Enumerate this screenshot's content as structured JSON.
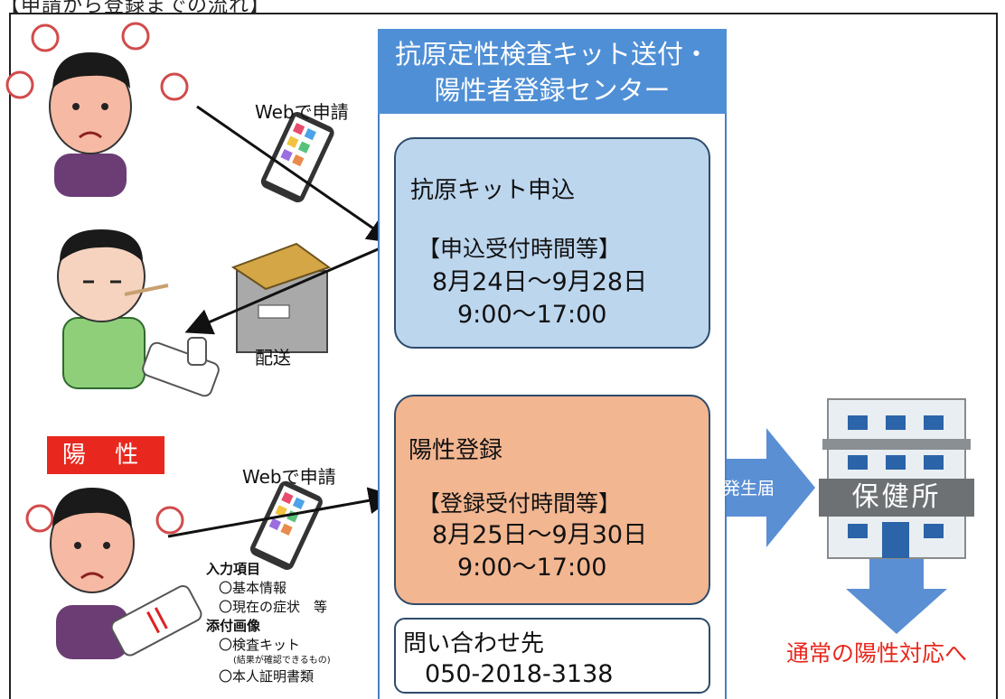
{
  "page": {
    "top_fragment": "【申請から登録までの流れ】"
  },
  "center": {
    "title_line1": "抗原定性検査キット送付・",
    "title_line2": "陽性者登録センター"
  },
  "application": {
    "title": "抗原キット申込",
    "hours_heading": "【申込受付時間等】",
    "dates": "8月24日～9月28日",
    "time": "9:00～17:00"
  },
  "registration": {
    "title": "陽性登録",
    "hours_heading": "【登録受付時間等】",
    "dates": "8月25日～9月30日",
    "time": "9:00～17:00"
  },
  "contact": {
    "label": "問い合わせ先",
    "phone": "050-2018-3138"
  },
  "left": {
    "web_apply_1": "Webで申請",
    "delivery": "配送",
    "positive_badge": "陽 性",
    "web_apply_2": "Webで申請",
    "input_items_heading": "入力項目",
    "input_item_1": "〇基本情報",
    "input_item_2": "〇現在の症状　等",
    "attachments_heading": "添付画像",
    "attachment_1": "〇検査キット",
    "attachment_1_note": "(結果が確認できるもの)",
    "attachment_2": "〇本人証明書類"
  },
  "right": {
    "arrow_label": "発生届",
    "health_center": "保健所",
    "outcome": "通常の陽性対応へ"
  },
  "colors": {
    "header_blue": "#4f8fd6",
    "application_box": "#bcd6ee",
    "registration_box": "#f2b691",
    "arrow_blue": "#5b8fd4",
    "alert_red": "#e8281e"
  }
}
